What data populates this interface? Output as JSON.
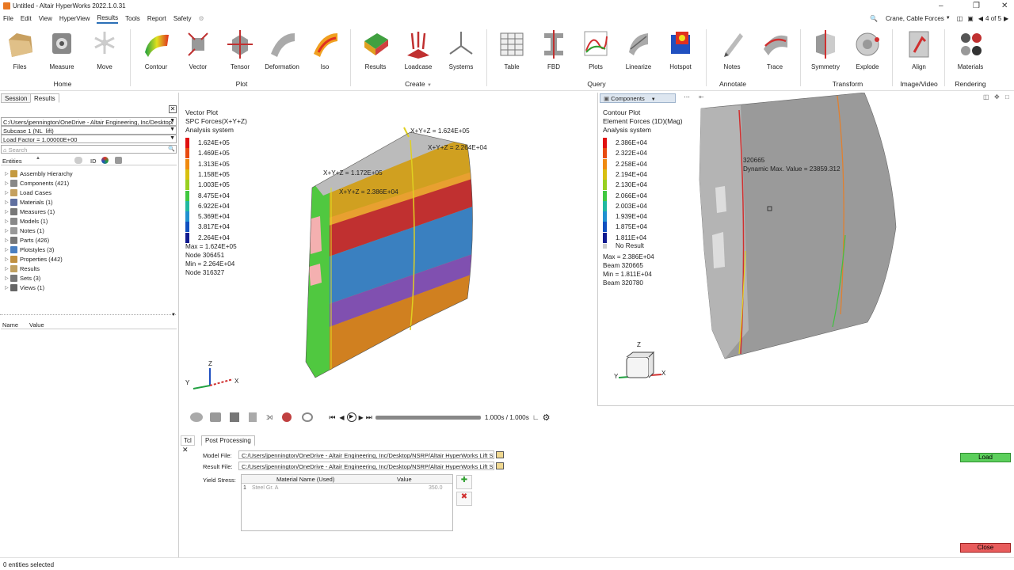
{
  "titlebar": {
    "title": "Untitled - Altair HyperWorks 2022.1.0.31"
  },
  "menu": [
    "File",
    "Edit",
    "View",
    "HyperView",
    "Results",
    "Tools",
    "Report",
    "Safety"
  ],
  "menu_active": "Results",
  "topright": {
    "search_label": "Crane, Cable Forces",
    "page": "4 of 5"
  },
  "ribbon": {
    "buttons": [
      {
        "id": "files",
        "label": "Files"
      },
      {
        "id": "measure",
        "label": "Measure"
      },
      {
        "id": "move",
        "label": "Move"
      },
      {
        "id": "contour",
        "label": "Contour"
      },
      {
        "id": "vector",
        "label": "Vector"
      },
      {
        "id": "tensor",
        "label": "Tensor"
      },
      {
        "id": "deformation",
        "label": "Deformation"
      },
      {
        "id": "iso",
        "label": "Iso"
      },
      {
        "id": "results",
        "label": "Results"
      },
      {
        "id": "loadcase",
        "label": "Loadcase"
      },
      {
        "id": "systems",
        "label": "Systems"
      },
      {
        "id": "table",
        "label": "Table"
      },
      {
        "id": "fbd",
        "label": "FBD"
      },
      {
        "id": "plots",
        "label": "Plots"
      },
      {
        "id": "linearize",
        "label": "Linearize"
      },
      {
        "id": "hotspot",
        "label": "Hotspot"
      },
      {
        "id": "notes",
        "label": "Notes"
      },
      {
        "id": "trace",
        "label": "Trace"
      },
      {
        "id": "symmetry",
        "label": "Symmetry"
      },
      {
        "id": "explode",
        "label": "Explode"
      },
      {
        "id": "align",
        "label": "Align"
      },
      {
        "id": "materials",
        "label": "Materials"
      }
    ],
    "groups": [
      "Home",
      "Plot",
      "Create",
      "Query",
      "Annotate",
      "Transform",
      "Image/Video",
      "Rendering"
    ]
  },
  "left": {
    "tabs": [
      "Session",
      "Results"
    ],
    "path": "C:/Users/jpennington/OneDrive - Altair Engineering, Inc/Desktop/",
    "subcase": "Subcase 1 (NL_lift)",
    "loadfactor": "Load Factor = 1.00000E+00",
    "search_placeholder": "Search",
    "entities_label": "Entities",
    "id_label": "ID",
    "tree": [
      "Assembly Hierarchy",
      "Components (421)",
      "Load Cases",
      "Materials (1)",
      "Measures (1)",
      "Models (1)",
      "Notes (1)",
      "Parts (426)",
      "Plotstyles (3)",
      "Properties (442)",
      "Results",
      "Sets (3)",
      "Views (1)"
    ],
    "cols": {
      "name": "Name",
      "value": "Value"
    }
  },
  "vp1": {
    "title": [
      "Vector Plot",
      "SPC Forces(X+Y+Z)",
      "Analysis system"
    ],
    "legend": [
      "1.624E+05",
      "1.469E+05",
      "1.313E+05",
      "1.158E+05",
      "1.003E+05",
      "8.475E+04",
      "6.922E+04",
      "5.369E+04",
      "3.817E+04",
      "2.264E+04"
    ],
    "legend_colors": [
      "#e01010",
      "#e84a10",
      "#f08a10",
      "#d8c010",
      "#98d020",
      "#40c840",
      "#20b8a0",
      "#2090d0",
      "#1050c0",
      "#101a90"
    ],
    "stats": [
      "Max = 1.624E+05",
      "Node 306451",
      "Min = 2.264E+04",
      "Node 316327"
    ],
    "labels": [
      "X+Y+Z = 1.624E+05",
      "X+Y+Z = 2.264E+04",
      "X+Y+Z = 1.172E+05",
      "X+Y+Z = 2.386E+04"
    ]
  },
  "vp2": {
    "components_label": "Components",
    "title": [
      "Contour Plot",
      "Element Forces (1D)(Mag)",
      "Analysis system"
    ],
    "legend": [
      "2.386E+04",
      "2.322E+04",
      "2.258E+04",
      "2.194E+04",
      "2.130E+04",
      "2.066E+04",
      "2.003E+04",
      "1.939E+04",
      "1.875E+04",
      "1.811E+04"
    ],
    "legend_colors": [
      "#e01010",
      "#e84a10",
      "#f08a10",
      "#d8c010",
      "#98d020",
      "#40c840",
      "#20b8a0",
      "#2090d0",
      "#1050c0",
      "#101a90"
    ],
    "noresult": "No Result",
    "stats": [
      "Max = 2.386E+04",
      "Beam 320665",
      "Min = 1.811E+04",
      "Beam 320780"
    ],
    "annot": [
      "320665",
      "Dynamic Max. Value = 23859.312"
    ]
  },
  "anim": {
    "time": "1.000s / 1.000s"
  },
  "bottom": {
    "tabs": [
      "Tcl",
      "Post Processing"
    ],
    "model_label": "Model File:",
    "model_path": "C:/Users/jpennington/OneDrive - Altair Engineering, Inc/Desktop/NSRP/Altair HyperWorks Lift Ship",
    "result_label": "Result File:",
    "result_path": "C:/Users/jpennington/OneDrive - Altair Engineering, Inc/Desktop/NSRP/Altair HyperWorks Lift Ship",
    "yield_label": "Yield Stress:",
    "table_cols": [
      "Material Name (Used)",
      "Value"
    ],
    "table_rows": [
      {
        "idx": "1",
        "name": "Steel Gr. A",
        "value": "350.0"
      }
    ],
    "load": "Load",
    "close": "Close"
  },
  "status": "0 entities selected",
  "triad": {
    "x": "X",
    "y": "Y",
    "z": "Z"
  }
}
